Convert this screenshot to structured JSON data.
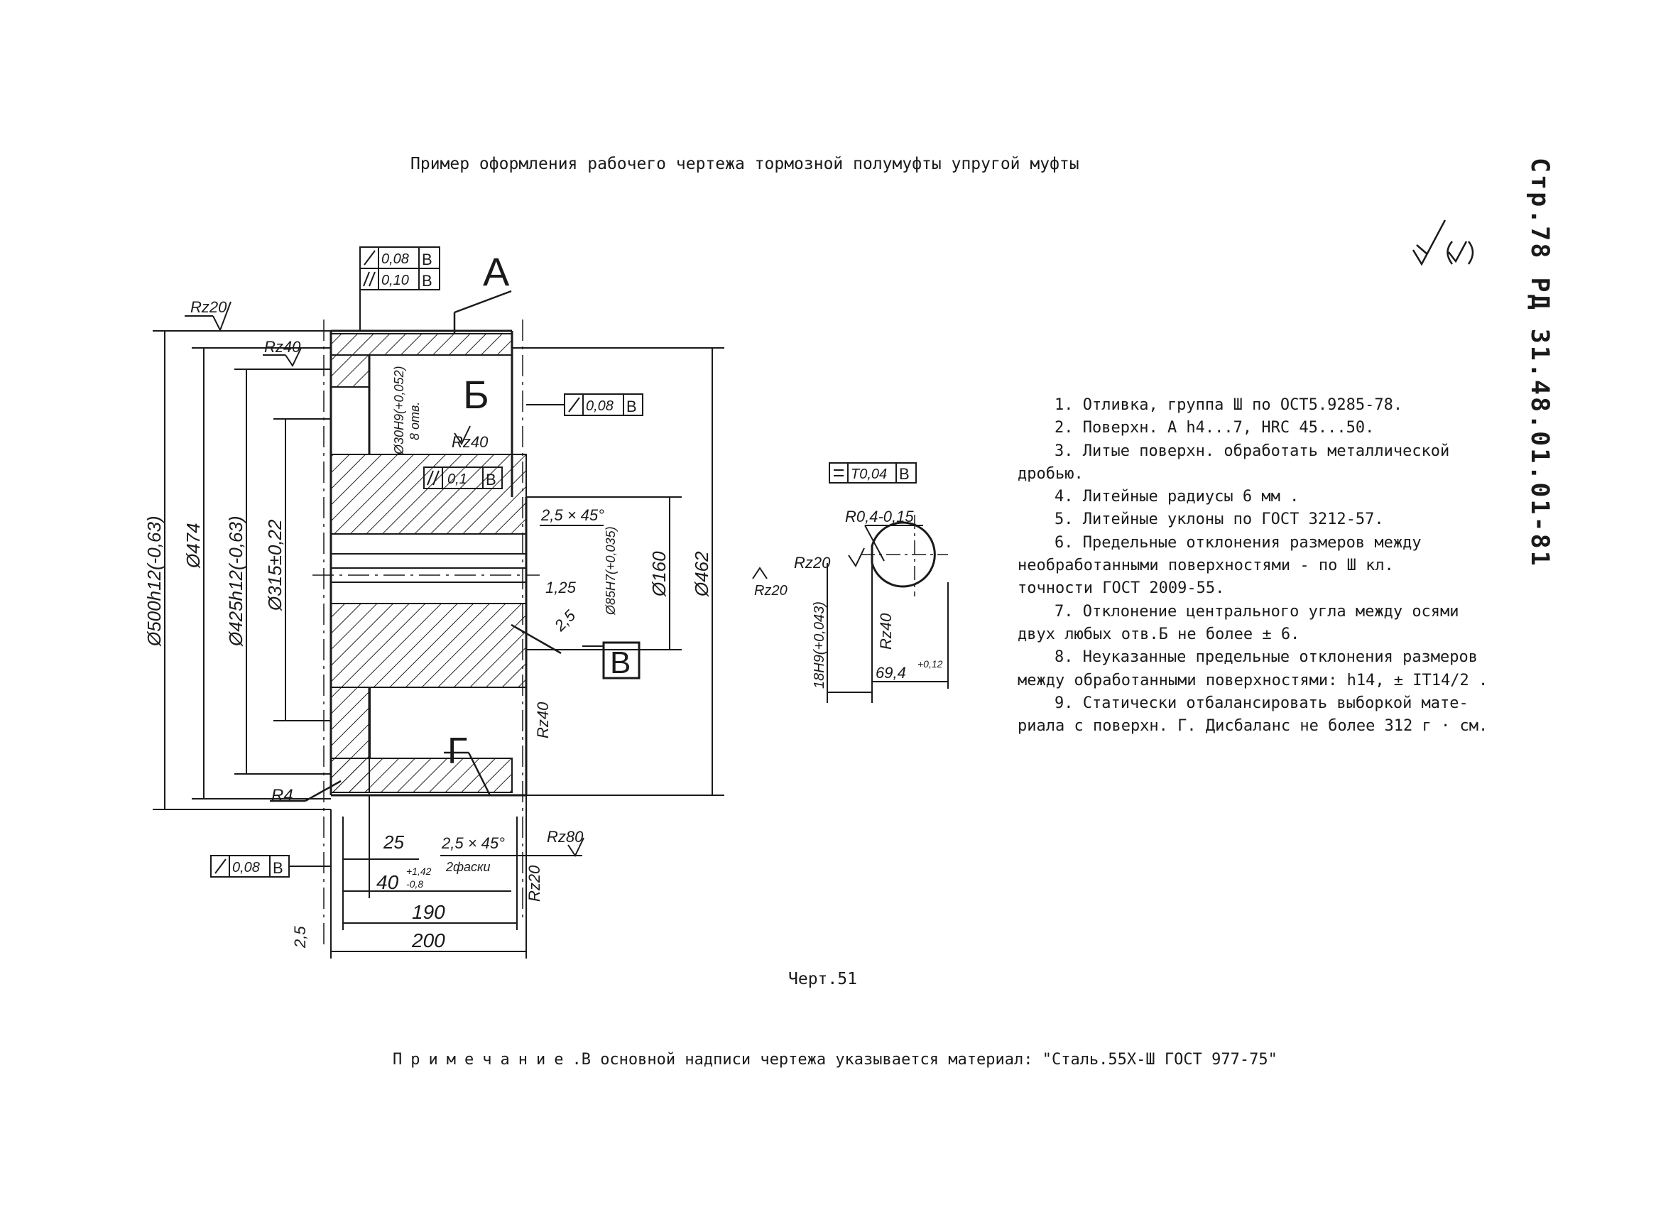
{
  "header": "Пример оформления рабочего чертежа тормозной полумуфты упругой муфты",
  "sheet_code": "Стр.78 РД 31.48.01.01-81",
  "notes": [
    {
      "text": "1. Отливка, группа Ш по ОСТ5.9285-78."
    },
    {
      "text": "2. Поверхн. А h4...7, HRC 45...50."
    },
    {
      "text": "3. Литые поверхн. обработать металлической"
    },
    {
      "text": "дробью."
    },
    {
      "text": "4. Литейные радиусы 6 мм ."
    },
    {
      "text": "5. Литейные уклоны по ГОСТ 3212-57."
    },
    {
      "text": "6. Предельные отклонения размеров между"
    },
    {
      "text": "необработанными поверхностями - по Ш кл."
    },
    {
      "text": "точности ГОСТ 2009-55."
    },
    {
      "text": "7. Отклонение центрального угла между осями"
    },
    {
      "text": "двух любых отв.Б не более ± 6."
    },
    {
      "text": "8. Неуказанные предельные отклонения размеров"
    },
    {
      "text": "между обработанными поверхностями: h14, ± IT14/2 ."
    },
    {
      "text": "9. Статически отбалансировать выборкой мате-"
    },
    {
      "text": "риала с поверхн. Г. Дисбаланс не более 312 г · см."
    }
  ],
  "caption": "Черт.51",
  "footnote": {
    "label": "Примечание",
    "text": ".В основной надписи чертежа указывается материал: \"Сталь.55Х-Ш ГОСТ 977-75\""
  },
  "drawing": {
    "surface_labels": {
      "a": "А",
      "b": "Б",
      "v": "В",
      "g": "Г"
    },
    "tolerance_frames": {
      "runout_top": "0,08",
      "runout_top_base": "В",
      "parallel_top": "0,10",
      "parallel_top_base": "В",
      "runout_mid": "0,08",
      "runout_mid_base": "В",
      "parallel_mid": "0,1",
      "parallel_mid_base": "В",
      "runout_bottom": "0,08",
      "runout_bottom_base": "В",
      "symmetry": "T0,04",
      "symmetry_base": "В"
    },
    "roughness": {
      "top": "Rz20",
      "inner": "Rz40",
      "hole": "Rz40",
      "bore": "Rz40",
      "right_bottom": "Rz80",
      "face": "Rz20",
      "key_a": "Rz20",
      "key_b": "Rz20",
      "key_c": "Rz40",
      "bottom_left": "2,5",
      "bore_step": "2,5"
    },
    "dims": {
      "d500": "Ø500h12(-0,63)",
      "d474": "Ø474",
      "d425": "Ø425h12(-0,63)",
      "d315": "Ø315±0,22",
      "d160": "Ø160",
      "d462": "Ø462",
      "d85": "Ø85H7(+0,035)",
      "d30": "Ø30H9(+0,052)",
      "holes": "8 отв.",
      "chamfer_top": "2,5 × 45°",
      "chamfer_bottom": "2,5 × 45°",
      "two_chamfers": "2фаски",
      "r4": "R4",
      "dim25": "25",
      "dim40": "40",
      "dim40_tol_up": "+1,42",
      "dim40_tol_low": "-0,8",
      "dim190": "190",
      "dim200": "200",
      "r04": "R0,4-0,15",
      "key_width": "18H9(+0,043)",
      "key_depth": "69,4",
      "key_depth_tol": "+0,12",
      "fillet": "1,25"
    }
  }
}
